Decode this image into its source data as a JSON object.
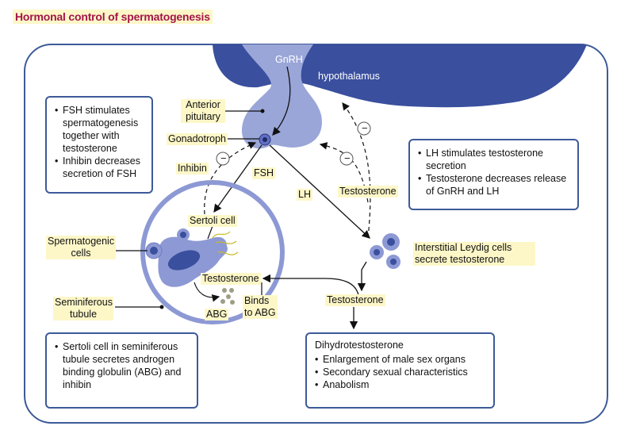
{
  "title": "Hormonal control of spermatogenesis",
  "labels": {
    "gnrh": "GnRH",
    "hypothalamus": "hypothalamus",
    "anterior_pituitary": "Anterior pituitary",
    "gonadotroph": "Gonadotroph",
    "inhibin": "Inhibin",
    "fsh": "FSH",
    "lh": "LH",
    "testosterone_feedback": "Testosterone",
    "sertoli_cell": "Sertoli cell",
    "spermatogenic_cells": "Spermatogenic cells",
    "seminiferous_tubule": "Seminiferous tubule",
    "testosterone_tubule": "Testosterone",
    "abg": "ABG",
    "binds_to_abg": "Binds to ABG",
    "leydig": "Interstitial Leydig cells secrete testosterone",
    "testosterone_leydig": "Testosterone",
    "minus": "−"
  },
  "boxes": {
    "fsh_box": [
      "FSH stimulates spermatogenesis together with testosterone",
      "Inhibin decreases secretion of FSH"
    ],
    "lh_box": [
      "LH stimulates testosterone secretion",
      "Testosterone decreases release of GnRH and LH"
    ],
    "sertoli_box": [
      "Sertoli cell in seminiferous tubule secretes androgen binding globulin (ABG) and inhibin"
    ],
    "dht_box": {
      "heading": "Dihydrotestosterone",
      "items": [
        "Enlargement of male sex organs",
        "Secondary sexual characteristics",
        "Anabolism"
      ]
    }
  },
  "colors": {
    "frame": "#3d5a99",
    "hypothalamus": "#3a4f9e",
    "pituitary": "#9aa6d8",
    "cell": "#8d99d4",
    "nucleus": "#3a4f9e",
    "label_bg": "#fdf7c8",
    "title": "#a3164a"
  }
}
